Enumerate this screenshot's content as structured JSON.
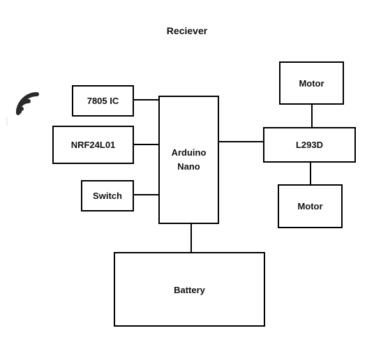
{
  "diagram": {
    "title": "Reciever",
    "nodes": {
      "ic7805": "7805 IC",
      "nrf": "NRF24L01",
      "switch": "Switch",
      "arduino_line1": "Arduino",
      "arduino_line2": "Nano",
      "motor_top": "Motor",
      "l293d": "L293D",
      "motor_bottom": "Motor",
      "battery": "Battery"
    },
    "edges": [
      [
        "7805 IC",
        "Arduino Nano"
      ],
      [
        "NRF24L01",
        "Arduino Nano"
      ],
      [
        "Switch",
        "Arduino Nano"
      ],
      [
        "Arduino Nano",
        "L293D"
      ],
      [
        "Motor",
        "L293D"
      ],
      [
        "L293D",
        "Motor"
      ],
      [
        "Arduino Nano",
        "Battery"
      ]
    ],
    "icon": "wifi-signal-icon"
  }
}
